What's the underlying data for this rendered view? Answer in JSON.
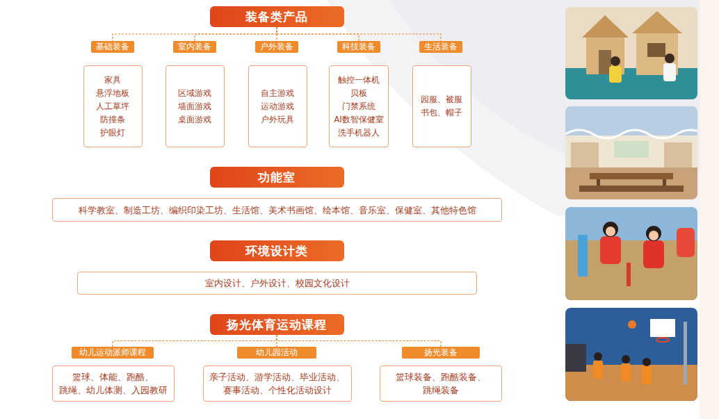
{
  "diagram": {
    "nodes": [
      {
        "text": [
          "装备类产品"
        ]
      },
      {
        "text": [
          "基础装备"
        ]
      },
      {
        "text": [
          "室内装备"
        ]
      },
      {
        "text": [
          "户外装备"
        ]
      },
      {
        "text": [
          "科技装备"
        ]
      },
      {
        "text": [
          "生活装备"
        ]
      },
      {
        "text": [
          "家具",
          "悬浮地板",
          "人工草坪",
          "防撞条",
          "护眼灯"
        ]
      },
      {
        "text": [
          "区域游戏",
          "墙面游戏",
          "桌面游戏"
        ]
      },
      {
        "text": [
          "自主游戏",
          "运动游戏",
          "户外玩具"
        ]
      },
      {
        "text": [
          "触控一体机",
          "贝板",
          "门禁系统",
          "AI数智保健室",
          "洗手机器人"
        ]
      },
      {
        "text": [
          "园服、被服",
          "书包、帽子"
        ]
      },
      {
        "text": [
          "功能室"
        ]
      },
      {
        "text": [
          "科学教室、制造工坊、编织印染工坊、生活馆、美术书画馆、绘本馆、音乐室、保健室、其他特色馆"
        ]
      },
      {
        "text": [
          "环境设计类"
        ]
      },
      {
        "text": [
          "室内设计、户外设计、校园文化设计"
        ]
      },
      {
        "text": [
          "扬光体育运动课程"
        ]
      },
      {
        "text": [
          "幼儿运动派师课程"
        ]
      },
      {
        "text": [
          "幼儿园活动"
        ]
      },
      {
        "text": [
          "扬光装备"
        ]
      },
      {
        "text": [
          "篮球、体能、跑酷、 跳绳、幼儿体测、入园教研"
        ]
      },
      {
        "text": [
          "亲子活动、游学活动、毕业活动、 赛事活动、个性化活动设计"
        ]
      },
      {
        "text": [
          "篮球装备、跑酷装备、 跳绳装备"
        ]
      }
    ],
    "edges": [
      {
        "from": 0,
        "to": 1,
        "arrow": "none"
      },
      {
        "from": 0,
        "to": 2,
        "arrow": "none"
      },
      {
        "from": 0,
        "to": 3,
        "arrow": "none"
      },
      {
        "from": 0,
        "to": 4,
        "arrow": "none"
      },
      {
        "from": 0,
        "to": 5,
        "arrow": "none"
      },
      {
        "from": 15,
        "to": 16,
        "arrow": "none"
      },
      {
        "from": 15,
        "to": 17,
        "arrow": "none"
      },
      {
        "from": 15,
        "to": 18,
        "arrow": "none"
      }
    ]
  }
}
